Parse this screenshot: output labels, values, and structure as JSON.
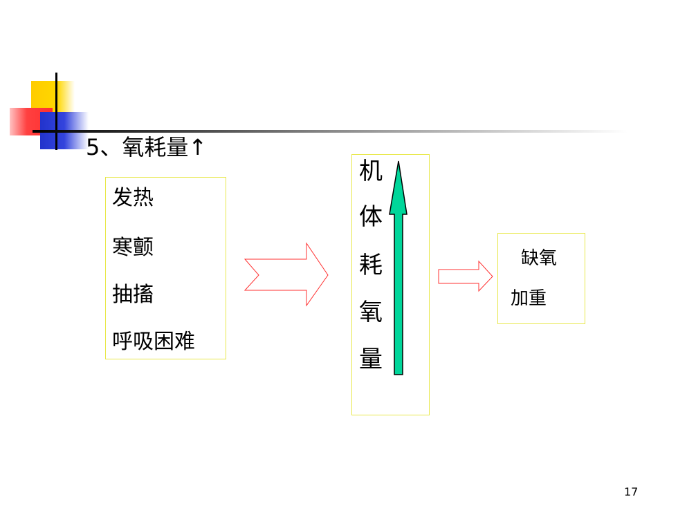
{
  "slide": {
    "title": "5、氧耗量↑",
    "symptoms": [
      "发热",
      "寒颤",
      "抽搐",
      "呼吸困难"
    ],
    "center_chars": [
      "机",
      "体",
      "耗",
      "氧",
      "量"
    ],
    "result_line1": "缺氧",
    "result_line2": "加重",
    "page_number": "17"
  },
  "colors": {
    "box_border": "#e8e84a",
    "arrow_outline": "#ff3030",
    "up_arrow_fill": "#00d69a"
  },
  "icons": {
    "flow_arrow": "hollow-right-arrow-icon",
    "increase_arrow": "up-arrow-icon"
  }
}
